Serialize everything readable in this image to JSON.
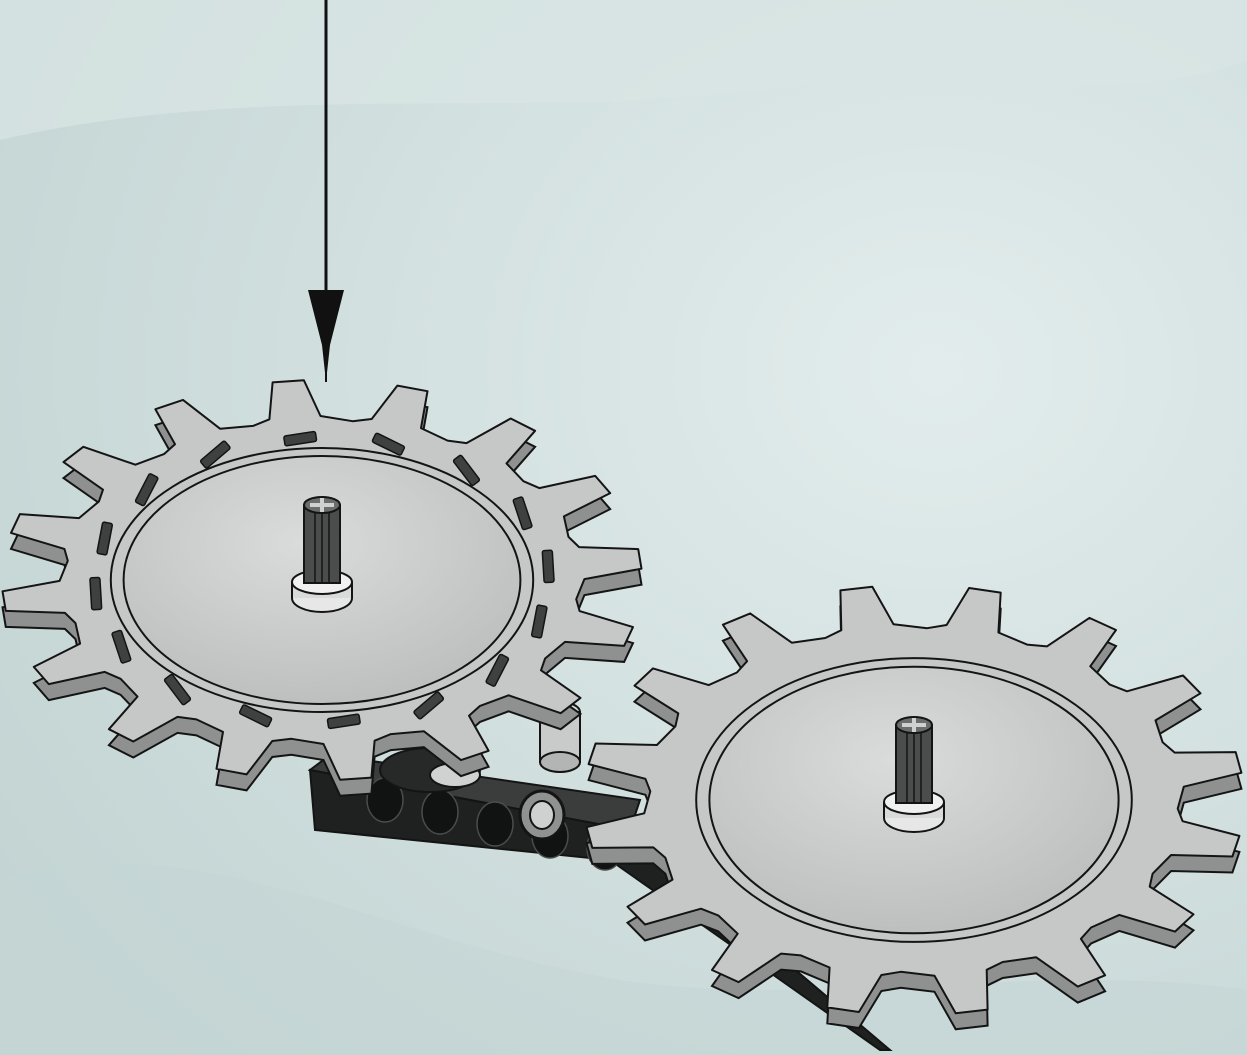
{
  "scene": {
    "colors": {
      "background": "#cfdedd",
      "background_light": "#dde9e8",
      "part_light": "#c6c8c7",
      "part_mid": "#a9acab",
      "part_dark": "#2a2d2c",
      "outline": "#141414",
      "arrow": "#111111"
    },
    "parts": [
      {
        "name": "gear",
        "teeth": 16,
        "step": "placed-from-above"
      },
      {
        "name": "gear",
        "teeth": 16,
        "step": "already-mounted"
      },
      {
        "name": "axle"
      },
      {
        "name": "axle"
      },
      {
        "name": "beam",
        "holes": 5
      },
      {
        "name": "bushing"
      }
    ],
    "icons": {
      "insert_arrow": "down-arrow-icon"
    }
  }
}
